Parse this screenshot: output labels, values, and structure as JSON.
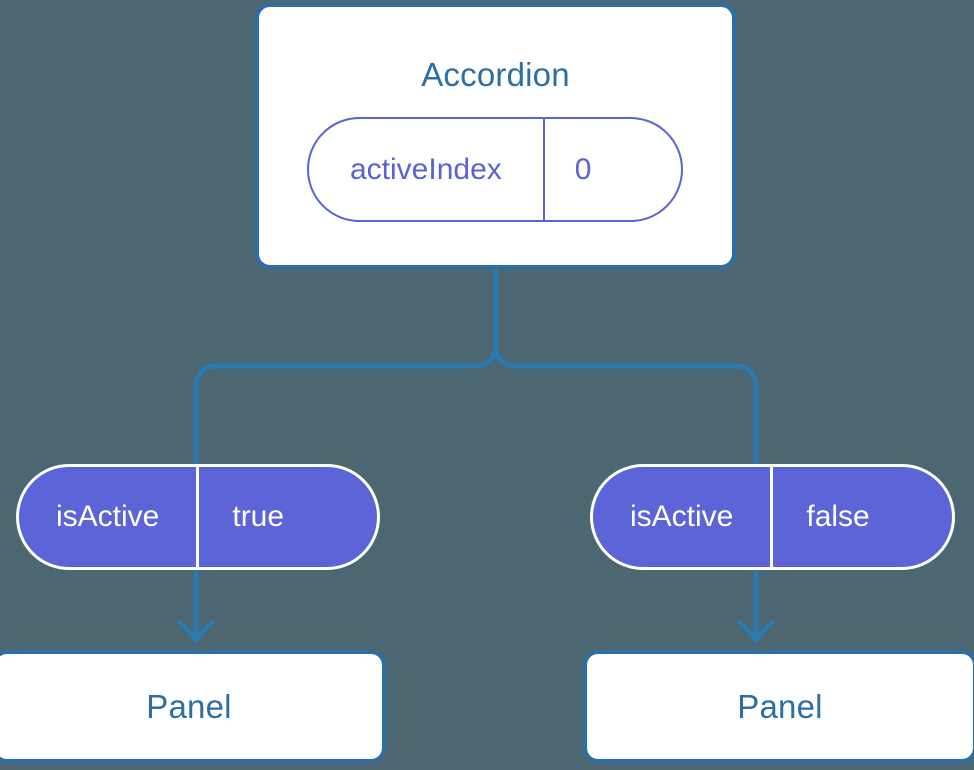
{
  "diagram": {
    "type": "component-tree",
    "background_color": "#4c6771",
    "accent_blue": "#2d6ea3",
    "connector_blue": "#2a7ab0",
    "indigo": "#5c64d8",
    "indigo_outline": "#5b63d3"
  },
  "root": {
    "title": "Accordion",
    "state_pill": {
      "key": "activeIndex",
      "value": "0"
    }
  },
  "branches": [
    {
      "prop_pill": {
        "key": "isActive",
        "value": "true"
      },
      "child": {
        "title": "Panel"
      }
    },
    {
      "prop_pill": {
        "key": "isActive",
        "value": "false"
      },
      "child": {
        "title": "Panel"
      }
    }
  ]
}
